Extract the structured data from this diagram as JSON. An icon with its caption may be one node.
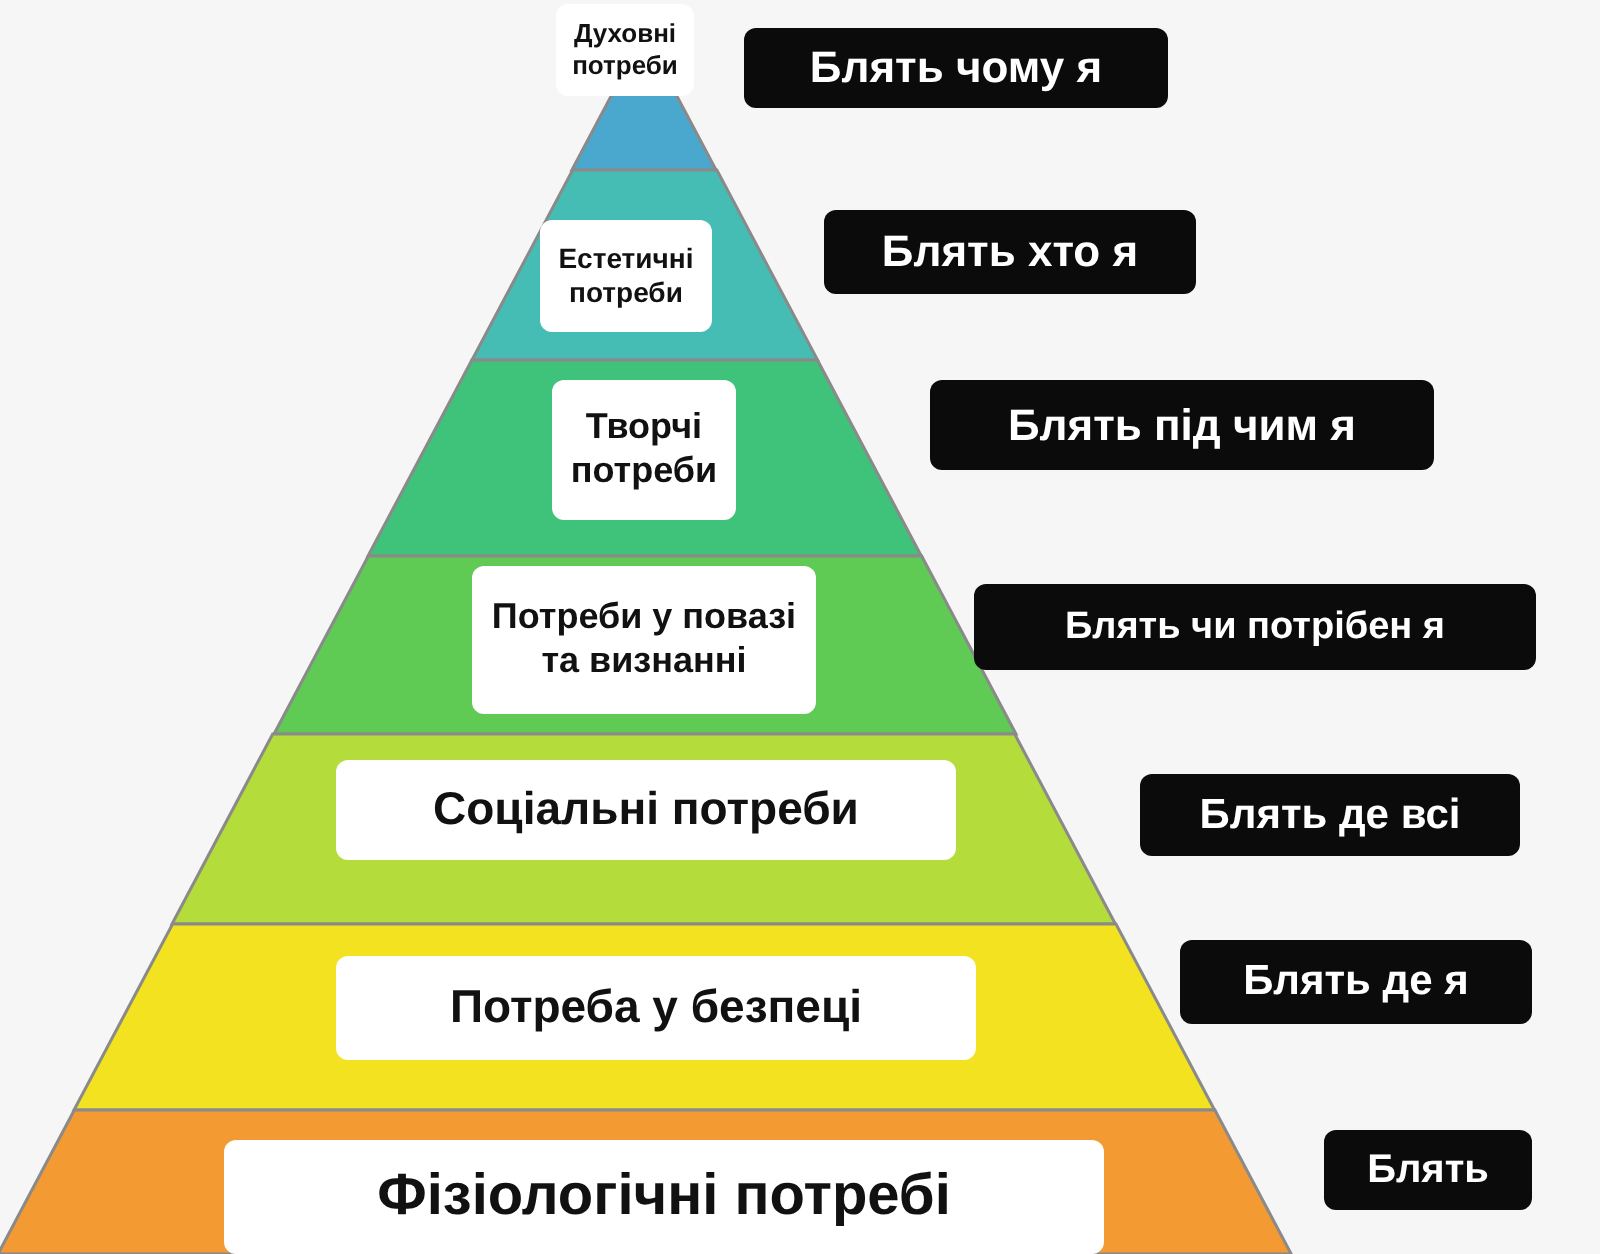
{
  "diagram": {
    "nodes": [
      {
        "text": [
          "Духовні потреби"
        ],
        "beside": [
          "Блять чому я"
        ]
      },
      {
        "text": [
          "Естетичні потреби"
        ],
        "beside": [
          "Блять хто я"
        ]
      },
      {
        "text": [
          "Творчі потреби"
        ],
        "beside": [
          "Блять під чим я"
        ]
      },
      {
        "text": [
          "Потреби у повазі та визнанні"
        ],
        "beside": [
          "Блять чи потрібен я"
        ]
      },
      {
        "text": [
          "Соціальні потреби"
        ],
        "beside": [
          "Блять де всі"
        ]
      },
      {
        "text": [
          "Потреба у безпеці"
        ],
        "beside": [
          "Блять де я"
        ]
      },
      {
        "text": [
          "Фізіологічні потребі"
        ],
        "beside": [
          "Блять"
        ]
      }
    ]
  }
}
